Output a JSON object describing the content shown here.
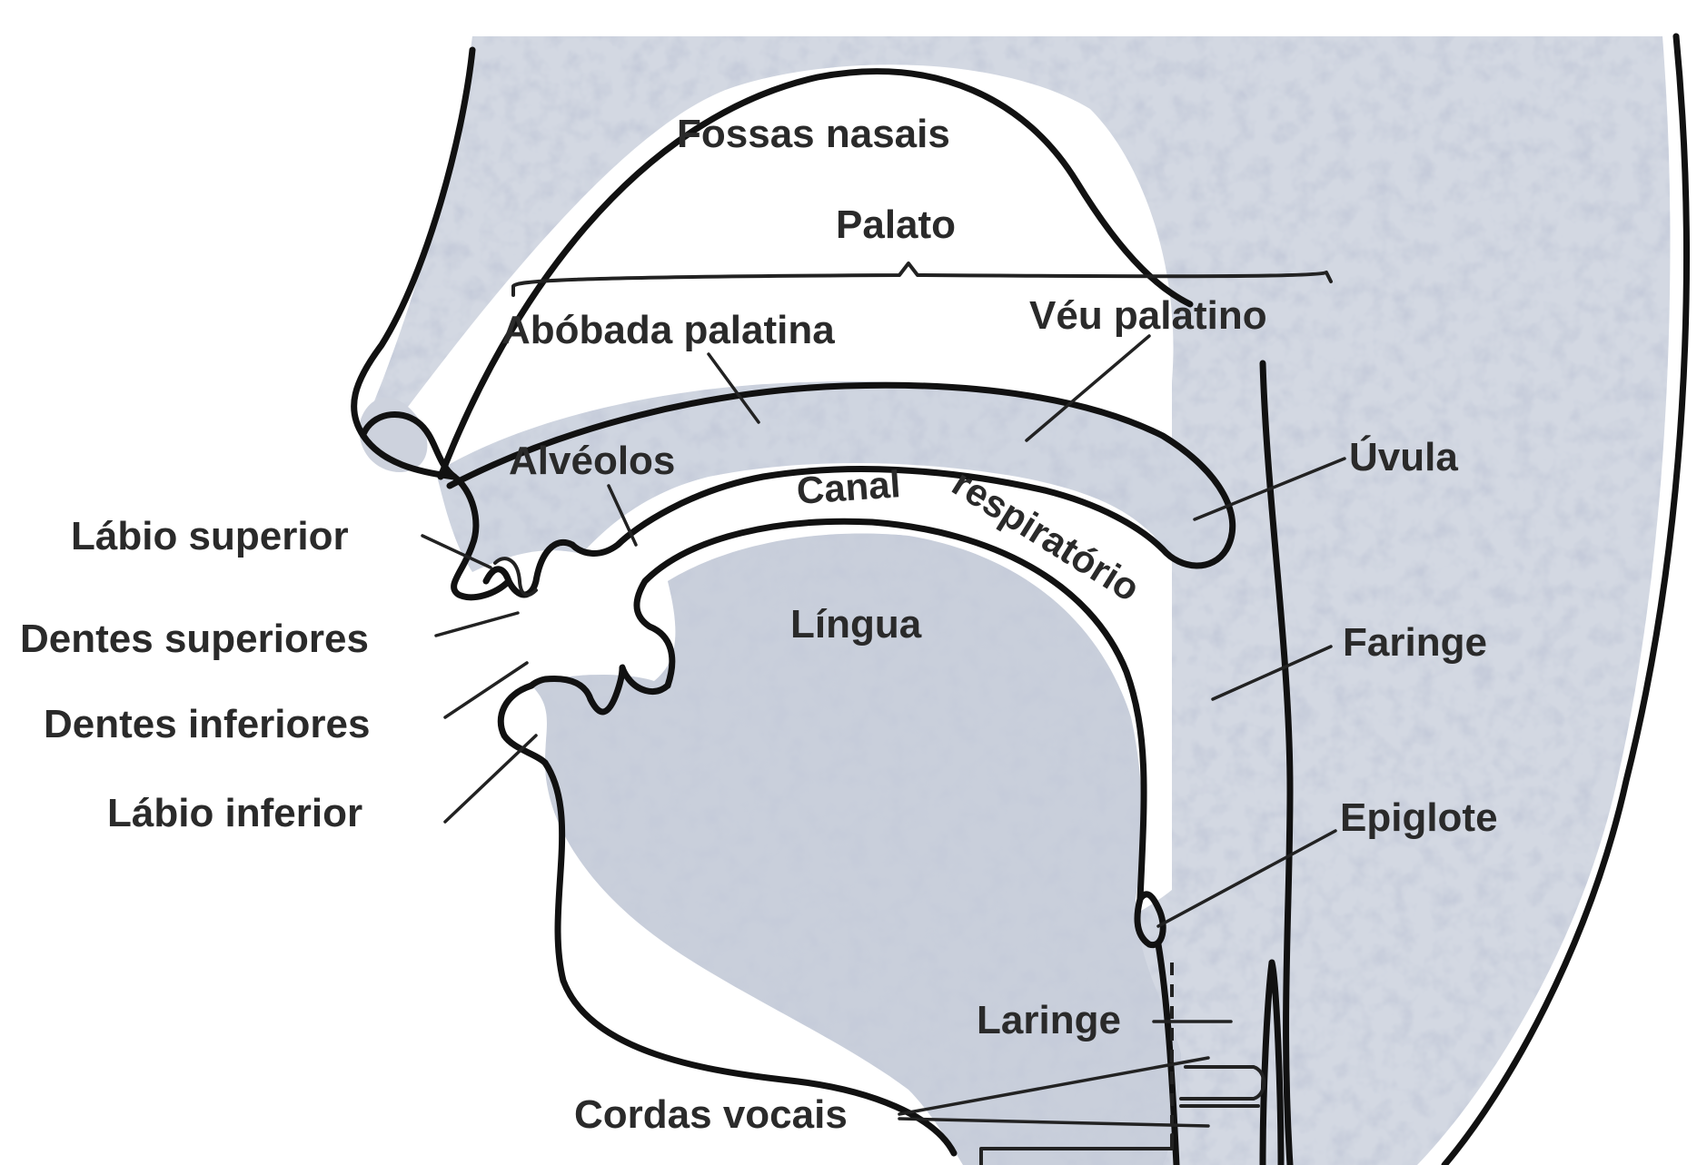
{
  "labels": {
    "fossas_nasais": "Fossas nasais",
    "palato": "Palato",
    "abobada_palatina": "Abóbada palatina",
    "veu_palatino": "Véu palatino",
    "alveolos": "Alvéolos",
    "canal": "Canal",
    "respiratorio": "respiratório",
    "uvula": "Úvula",
    "labio_superior": "Lábio superior",
    "dentes_superiores": "Dentes superiores",
    "lingua": "Língua",
    "faringe": "Faringe",
    "dentes_inferiores": "Dentes inferiores",
    "labio_inferior": "Lábio inferior",
    "epiglote": "Epiglote",
    "laringe": "Laringe",
    "cordas_vocais": "Cordas vocais"
  },
  "colors": {
    "tissue": "#c9cfdb",
    "outline": "#111111",
    "text": "#2a2a2a"
  }
}
